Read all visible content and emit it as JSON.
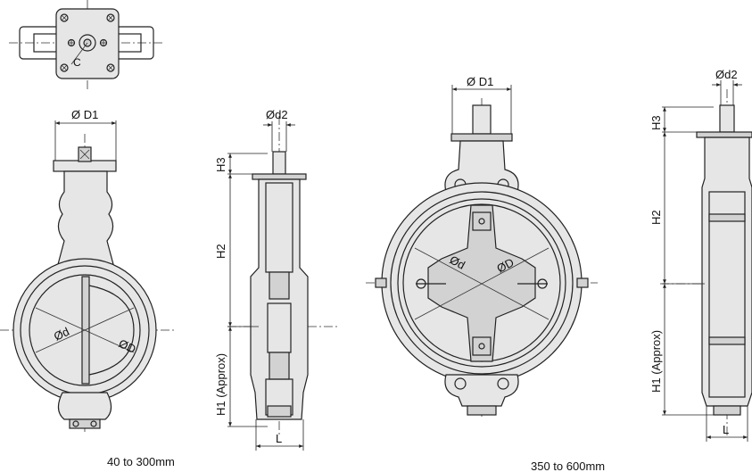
{
  "labels": {
    "d1_small": "Ø D1",
    "d2_small": "Ød2",
    "h3_small": "H3",
    "h2_small": "H2",
    "h1_small": "H1 (Approx)",
    "d_small": "Ød",
    "D_small": "ØD",
    "l_small": "L",
    "d1_large": "Ø D1",
    "d2_large": "Ød2",
    "h3_large": "H3",
    "h2_large": "H2",
    "h1_large": "H1 (Approx)",
    "d_large": "Ød",
    "D_large": "ØD",
    "l_large": "L",
    "c_label": "C"
  },
  "captions": {
    "small_range": "40  to 300mm",
    "large_range": "350 to 600mm"
  }
}
